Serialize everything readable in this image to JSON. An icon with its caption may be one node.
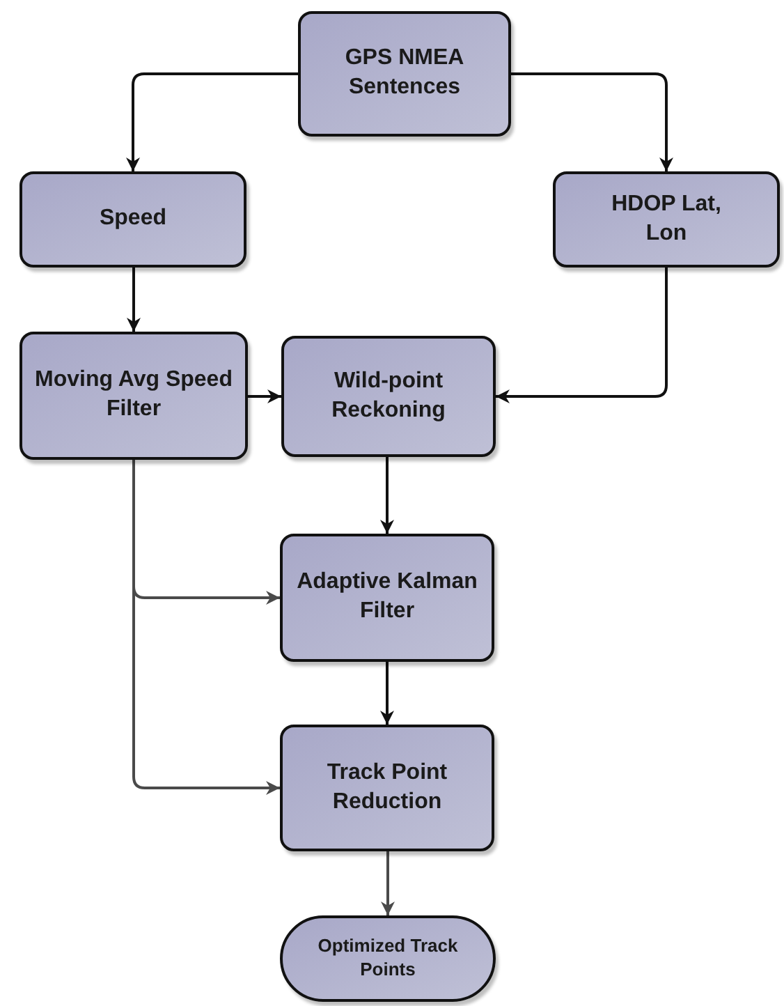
{
  "diagram": {
    "nodes": [
      {
        "text": [
          "GPS NMEA Sentences"
        ]
      },
      {
        "text": [
          "Speed"
        ]
      },
      {
        "text": [
          "HDOP Lat, Lon"
        ]
      },
      {
        "text": [
          "Moving Avg Speed Filter"
        ]
      },
      {
        "text": [
          "Wild-point Reckoning"
        ]
      },
      {
        "text": [
          "Adaptive Kalman Filter"
        ]
      },
      {
        "text": [
          "Track Point Reduction"
        ]
      },
      {
        "text": [
          "Optimized Track Points"
        ]
      }
    ],
    "edges": [
      {
        "from": 0,
        "to": 1,
        "arrow": "to"
      },
      {
        "from": 0,
        "to": 2,
        "arrow": "to"
      },
      {
        "from": 1,
        "to": 3,
        "arrow": "to"
      },
      {
        "from": 3,
        "to": 4,
        "arrow": "to"
      },
      {
        "from": 2,
        "to": 4,
        "arrow": "to"
      },
      {
        "from": 4,
        "to": 5,
        "arrow": "to"
      },
      {
        "from": 3,
        "to": 5,
        "arrow": "to",
        "color": "#4a4a4a"
      },
      {
        "from": 5,
        "to": 6,
        "arrow": "to"
      },
      {
        "from": 3,
        "to": 6,
        "arrow": "to",
        "color": "#4a4a4a"
      },
      {
        "from": 6,
        "to": 7,
        "arrow": "to",
        "color": "#4a4a4a"
      }
    ]
  }
}
